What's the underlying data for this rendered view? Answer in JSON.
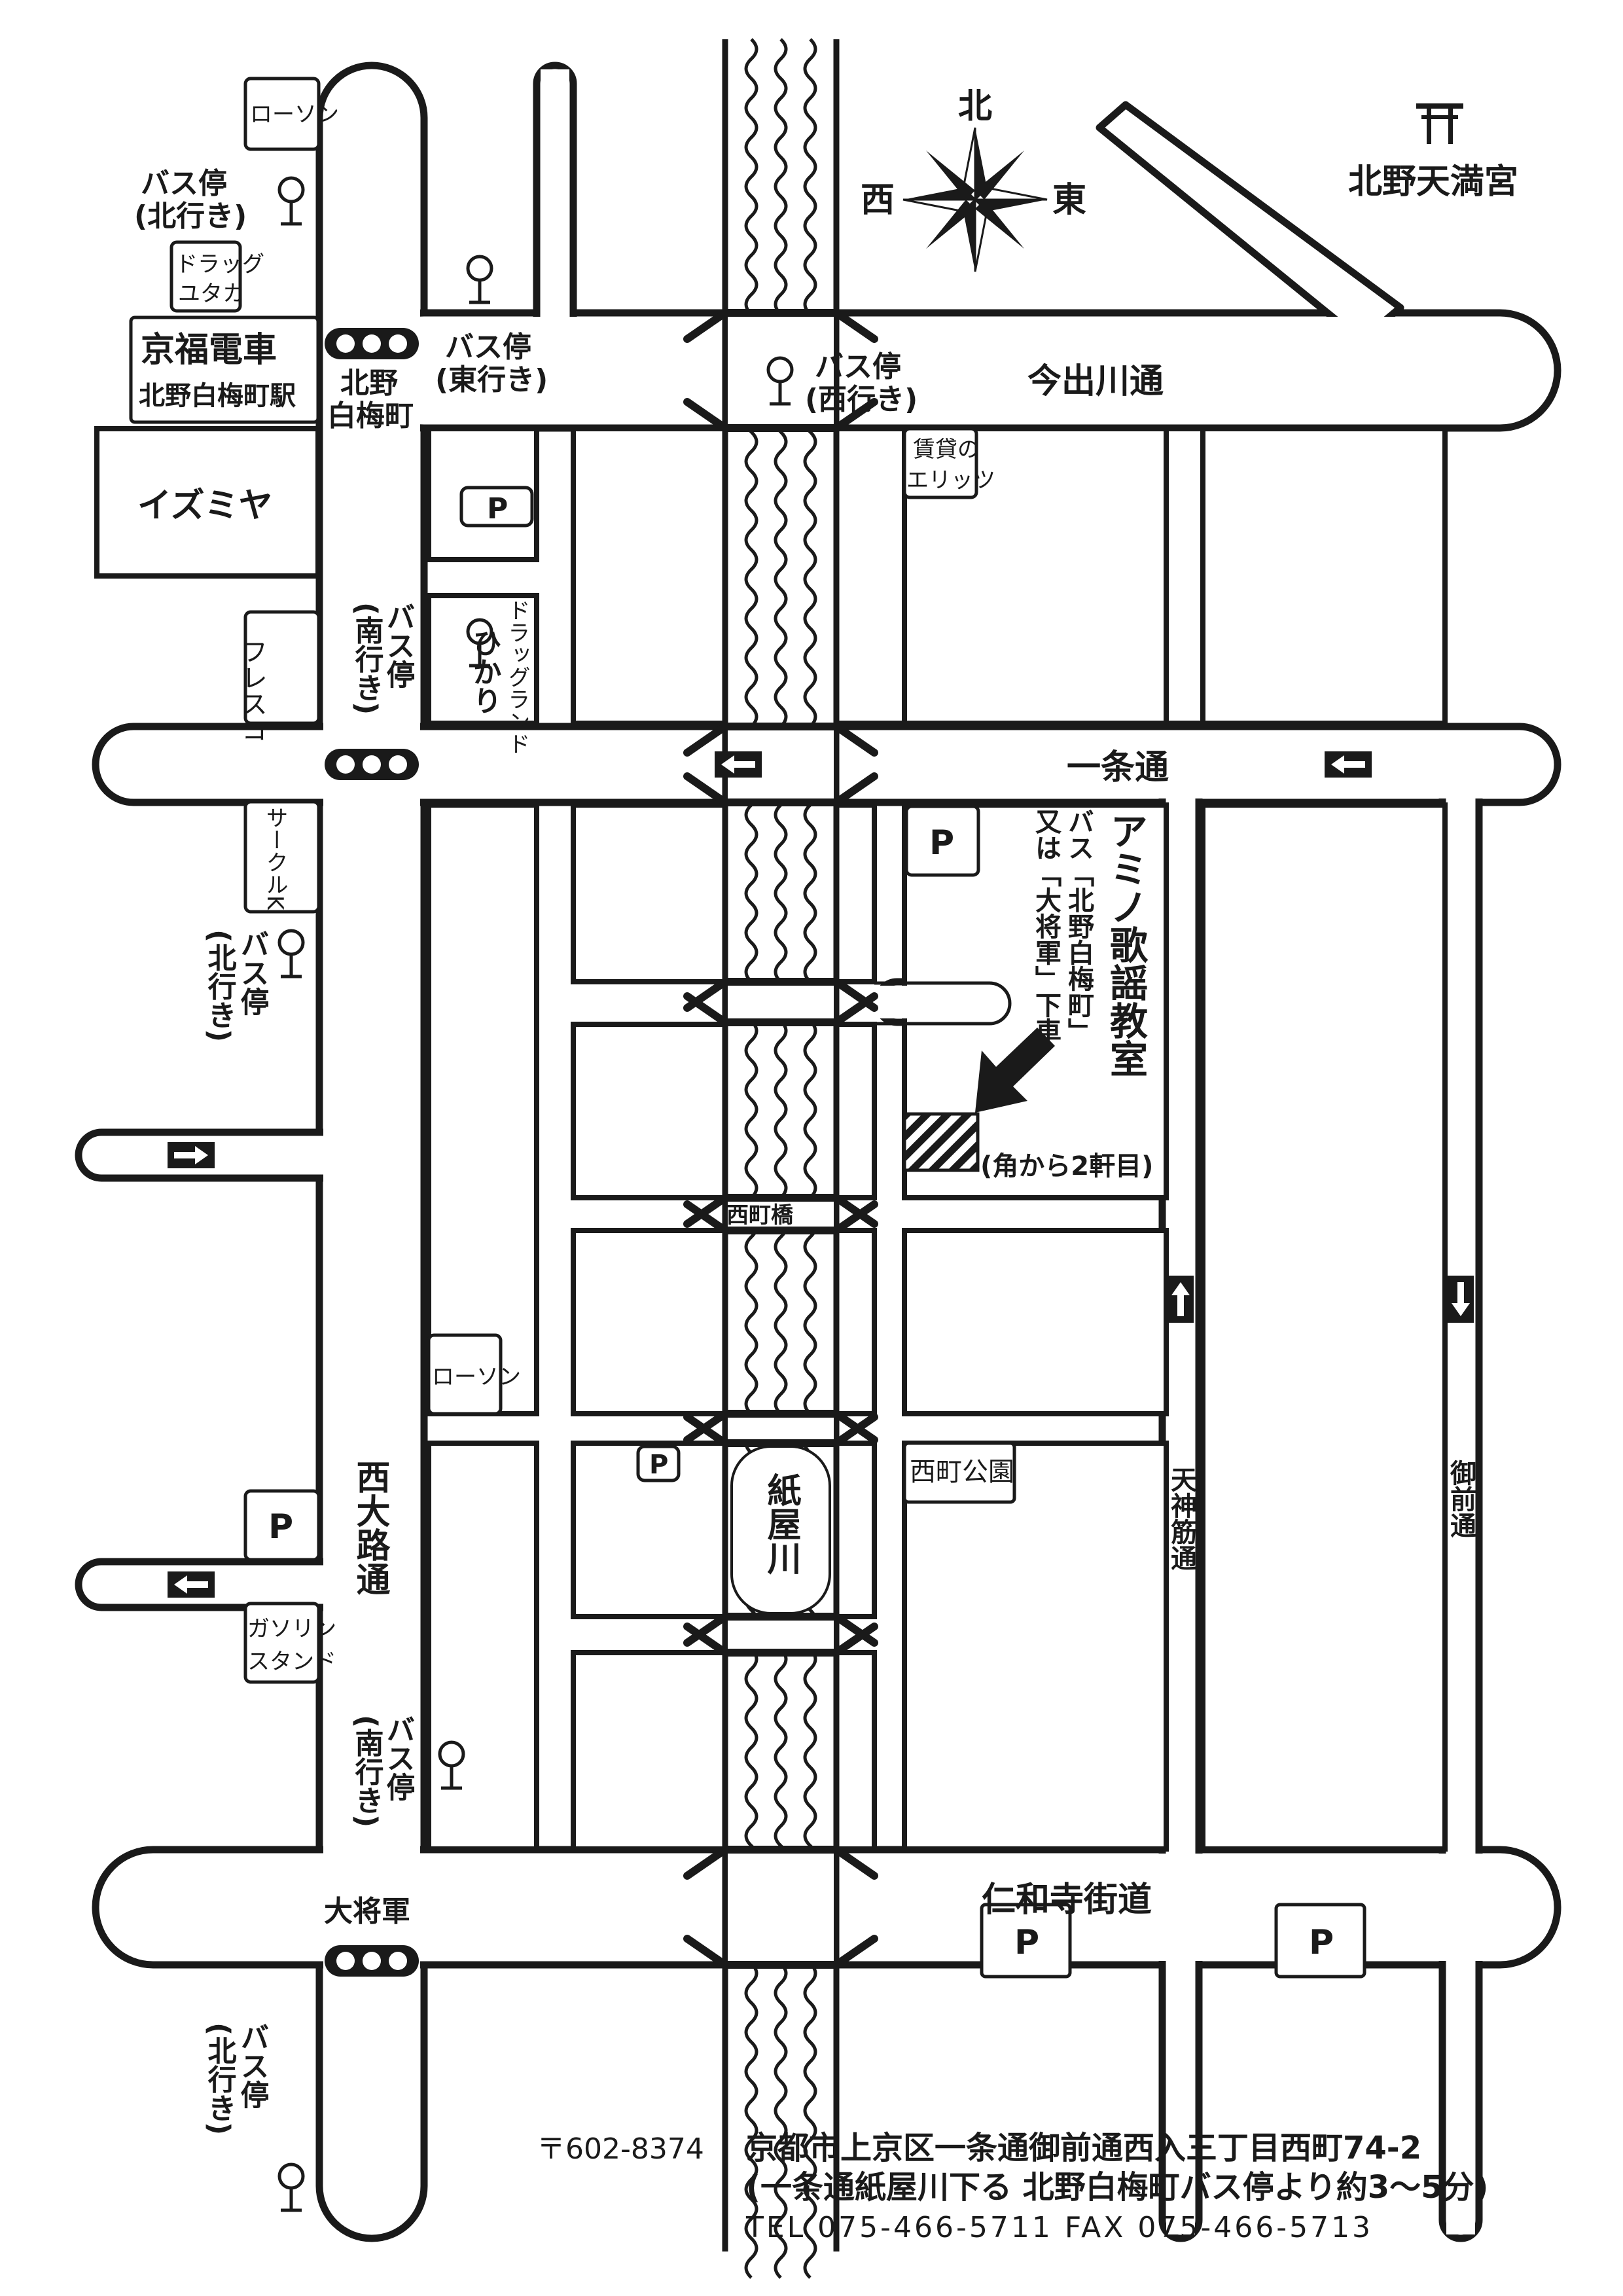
{
  "compass": {
    "north": "北",
    "south_label": "",
    "east": "東",
    "west": "西"
  },
  "landmarks": {
    "shrine_name": "北野天満宮",
    "shrine_icon": "torii-icon",
    "station_line1": "京福電車",
    "station_line2": "北野白梅町駅",
    "izumiya": "イズミヤ",
    "lawson_top": "ローソン",
    "lawson_mid": "ローソン",
    "drug_yutaka_1": "ドラッグ",
    "drug_yutaka_2": "ユタカ",
    "fresco": "フレスコ",
    "circle_k": "サークルK",
    "drugland_1": "ドラッグランド",
    "drugland_2": "ひかり",
    "eritz_1": "賃貸の",
    "eritz_2": "エリッツ",
    "gas_1": "ガソリン",
    "gas_2": "スタンド",
    "nishimachi_park": "西町公園",
    "nishimachi_bridge": "西町橋",
    "parking": "P"
  },
  "streets": {
    "imadegawa": "今出川通",
    "ichijo": "一条通",
    "ninnaji": "仁和寺街道",
    "nishioji": "西大路通",
    "tenjinsuji": "天神筋通",
    "onmae": "御前通",
    "kamiya_river": "紙屋川"
  },
  "signals": {
    "kitano_1": "北野",
    "kitano_2": "白梅町",
    "taishogun": "大将軍"
  },
  "bus_stops": {
    "north_1": "バス停",
    "north_2": "(北行き)",
    "east_1": "バス停",
    "east_2": "(東行き)",
    "west_1": "バス停",
    "west_2": "(西行き)",
    "south_1": "バス停",
    "south_2": "(南行き)"
  },
  "school": {
    "name": "アミノ歌謡教室",
    "note_1": "バス「北野白梅町」",
    "note_2": "又は「大将軍」下車",
    "position": "(角から2軒目)"
  },
  "address": {
    "postal": "〒602-8374",
    "street": "京都市上京区一条通御前通西入三丁目西町74-2",
    "directions": "(一条通紙屋川下る 北野白梅町バス停より約3～5分)",
    "phone": "TEL 075-466-5711 FAX 075-466-5713"
  },
  "colors": {
    "ink": "#1a1a1a",
    "paper": "#ffffff"
  }
}
